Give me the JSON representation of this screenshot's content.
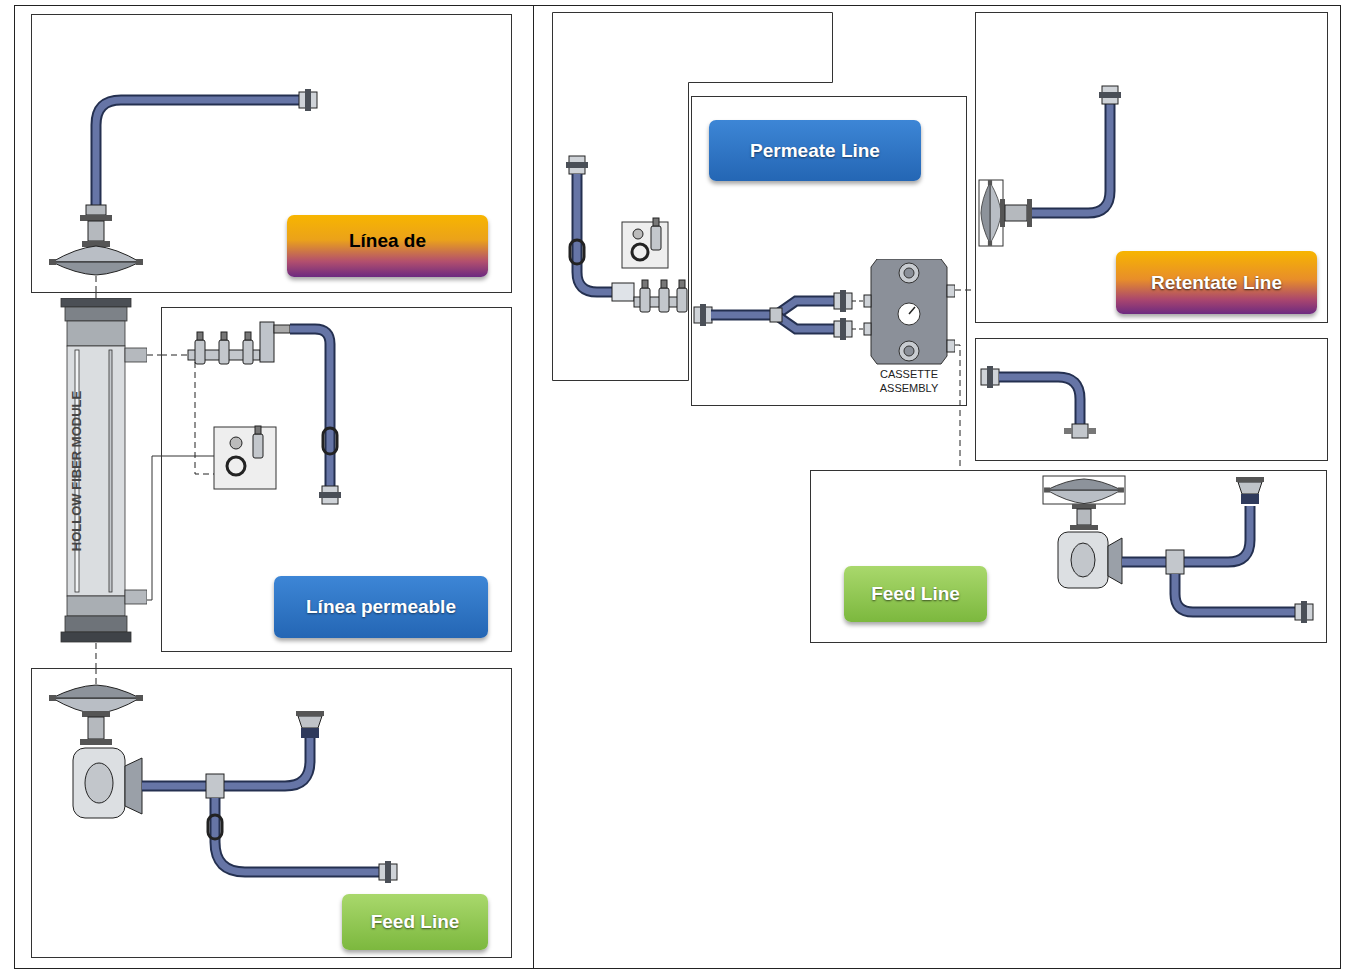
{
  "diagram": {
    "nodes": [
      {
        "text": [
          "Línea de"
        ]
      },
      {
        "text": [
          "HOLLOW FIBER MODULE"
        ]
      },
      {
        "text": [
          "Línea permeable"
        ]
      },
      {
        "text": [
          "Feed Line"
        ]
      },
      {
        "text": [
          "Permeate Line"
        ]
      },
      {
        "text": [
          "CASSETTE ASSEMBLY"
        ],
        "in": 4
      },
      {
        "text": [
          "Retentate Line"
        ]
      },
      {
        "text": [
          "Feed Line"
        ]
      }
    ],
    "edges": [
      {
        "from": 1,
        "to": 0,
        "arrow": "none"
      },
      {
        "from": 1,
        "to": 2,
        "arrow": "none"
      },
      {
        "from": 1,
        "to": 3,
        "arrow": "none"
      },
      {
        "from": 5,
        "to": 6,
        "arrow": "none"
      },
      {
        "from": 5,
        "to": 7,
        "arrow": "none"
      }
    ]
  }
}
